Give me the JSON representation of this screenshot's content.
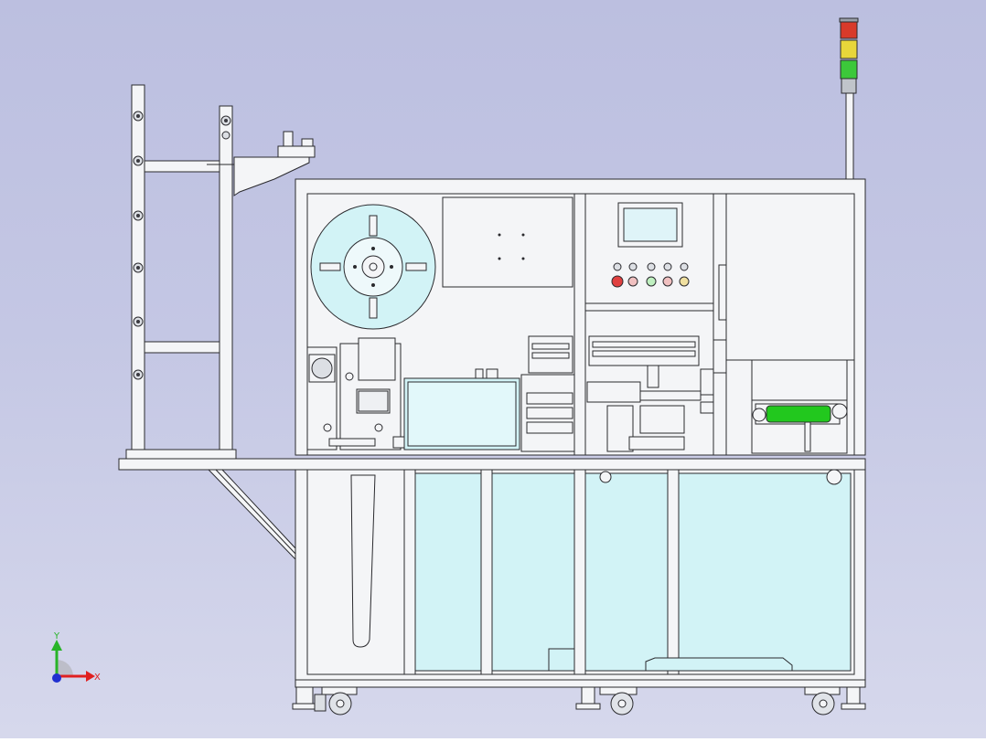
{
  "scene": {
    "background_top": "#bcbfe0",
    "background_bottom": "#d6d8ec"
  },
  "machine": {
    "frame_color": "#f4f5f7",
    "line_color": "#2a2a2e",
    "glass_color": "#d2f3f6",
    "roll_color": "#d2f3f6",
    "green_roller_color": "#22c81e",
    "panel_screen_color": "#dff4f8"
  },
  "signal_tower": {
    "lights": [
      "red",
      "yellow",
      "green"
    ],
    "colors": [
      "#d83a2a",
      "#e8d63a",
      "#3cc83a"
    ]
  },
  "control_panel": {
    "button_colors": [
      "#f0c0c0",
      "#bff0c0",
      "#f0c0c0",
      "#f0e0a0"
    ],
    "e_stop_color": "#e04040"
  },
  "axis_triad": {
    "y_label": "Y",
    "x_label": "X",
    "y_color": "#28b428",
    "x_color": "#e02020",
    "z_color": "#2030d0"
  }
}
